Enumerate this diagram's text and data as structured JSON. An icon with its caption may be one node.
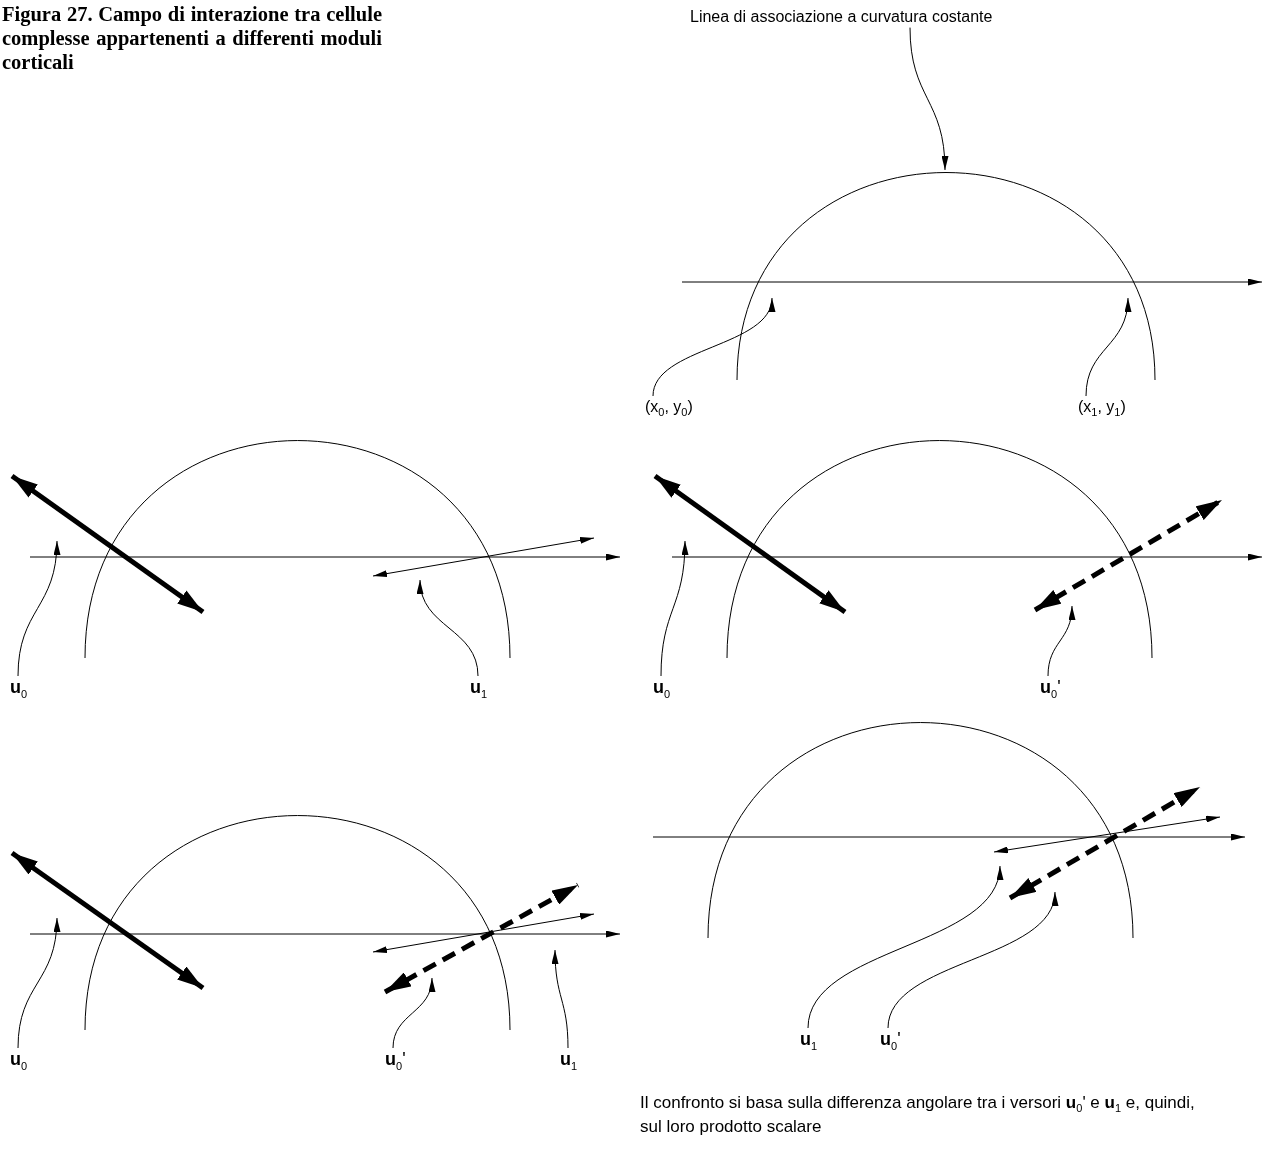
{
  "diagram": {
    "title": "Figura 27. Campo di interazione tra cellule complesse appartenenti a differenti moduli corticali",
    "caption": "Il confronto si basa sulla differenza angolare tra i versori **u**$_{0}$' e **u**$_{1}$ e, quindi, sul loro prodotto scalare",
    "nodes": [
      {
        "text": [
          "Linea di associazione a curvatura costante"
        ]
      },
      {
        "text": [
          "(x$_{0}$, y$_{0}$)"
        ]
      },
      {
        "text": [
          "(x$_{1}$, y$_{1}$)"
        ]
      },
      {
        "text": [
          "**u**$_{0}$"
        ]
      },
      {
        "text": [
          "**u**$_{1}$"
        ]
      },
      {
        "text": [
          "**u**$_{0}$"
        ]
      },
      {
        "text": [
          "**u**$_{0}$'"
        ]
      },
      {
        "text": [
          "**u**$_{0}$"
        ]
      },
      {
        "text": [
          "**u**$_{0}$'"
        ]
      },
      {
        "text": [
          "**u**$_{1}$"
        ]
      },
      {
        "text": [
          "**u**$_{1}$"
        ]
      },
      {
        "text": [
          "**u**$_{0}$'"
        ]
      },
      {
        "text": [],
        "shape": "arc"
      },
      {
        "text": [],
        "shape": "arrow"
      },
      {
        "text": [],
        "shape": "arrow"
      },
      {
        "text": [],
        "shape": "arrow"
      },
      {
        "text": [],
        "shape": "arrow"
      },
      {
        "text": [],
        "shape": "arrow"
      },
      {
        "text": [],
        "shape": "arrow"
      },
      {
        "text": [],
        "shape": "arrow"
      },
      {
        "text": [],
        "shape": "arrow"
      },
      {
        "text": [],
        "shape": "arrow"
      }
    ],
    "edges": [
      {
        "from": 0,
        "to": 12,
        "arrow": "to"
      },
      {
        "from": 1,
        "to": 12,
        "arrow": "to"
      },
      {
        "from": 2,
        "to": 12,
        "arrow": "to"
      },
      {
        "from": 3,
        "to": 13,
        "arrow": "to"
      },
      {
        "from": 4,
        "to": 14,
        "arrow": "to"
      },
      {
        "from": 5,
        "to": 15,
        "arrow": "to"
      },
      {
        "from": 6,
        "to": 16,
        "arrow": "to"
      },
      {
        "from": 7,
        "to": 17,
        "arrow": "to"
      },
      {
        "from": 8,
        "to": 19,
        "arrow": "to"
      },
      {
        "from": 9,
        "to": 18,
        "arrow": "to"
      },
      {
        "from": 10,
        "to": 20,
        "arrow": "to"
      },
      {
        "from": 11,
        "to": 21,
        "arrow": "to"
      }
    ]
  }
}
